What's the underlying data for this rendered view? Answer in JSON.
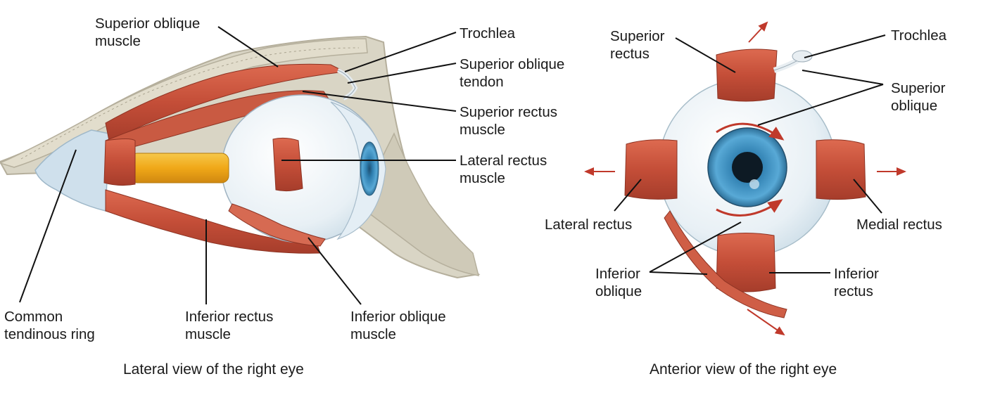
{
  "colors": {
    "muscle": "#c9543e",
    "muscle_dark": "#9e3a2a",
    "muscle_light": "#e07a60",
    "tendon": "#e9eef2",
    "bone": "#d8d4c6",
    "bone_dark": "#b9b4a4",
    "sclera": "#eef3f7",
    "iris": "#3a8fc0",
    "nerve": "#f0b020",
    "arrow": "#c0392b",
    "leader": "#111111"
  },
  "lateral_view": {
    "caption": "Lateral view of the right eye",
    "labels": {
      "superior_oblique_muscle": "Superior oblique\nmuscle",
      "trochlea": "Trochlea",
      "superior_oblique_tendon": "Superior oblique\ntendon",
      "superior_rectus_muscle": "Superior rectus\nmuscle",
      "lateral_rectus_muscle": "Lateral rectus\nmuscle",
      "common_tendinous_ring": "Common\ntendinous ring",
      "inferior_rectus_muscle": "Inferior rectus\nmuscle",
      "inferior_oblique_muscle": "Inferior oblique\nmuscle"
    }
  },
  "anterior_view": {
    "caption": "Anterior view of the right eye",
    "labels": {
      "superior_rectus": "Superior\nrectus",
      "trochlea": "Trochlea",
      "superior_oblique": "Superior\noblique",
      "lateral_rectus": "Lateral rectus",
      "medial_rectus": "Medial rectus",
      "inferior_oblique": "Inferior\noblique",
      "inferior_rectus": "Inferior\nrectus"
    }
  }
}
